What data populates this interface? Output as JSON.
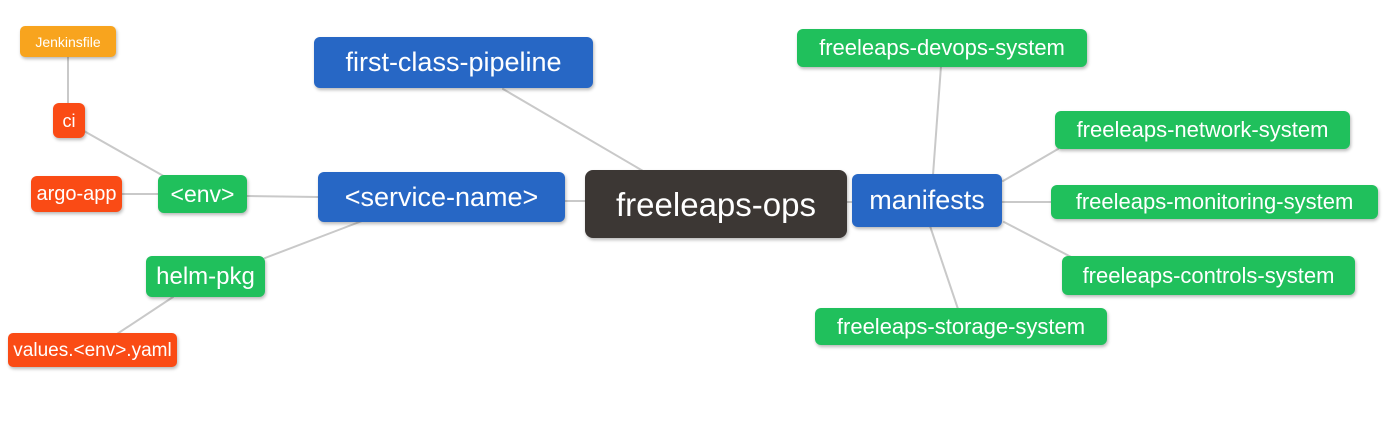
{
  "diagram": {
    "root": {
      "label": "freeleaps-ops"
    },
    "nodes": {
      "jenkinsfile": {
        "label": "Jenkinsfile"
      },
      "ci": {
        "label": "ci"
      },
      "argo_app": {
        "label": "argo-app"
      },
      "env": {
        "label": "<env>"
      },
      "helm_pkg": {
        "label": "helm-pkg"
      },
      "values_env_yaml": {
        "label": "values.<env>.yaml"
      },
      "first_class_pipeline": {
        "label": "first-class-pipeline"
      },
      "service_name": {
        "label": "<service-name>"
      },
      "manifests": {
        "label": "manifests"
      },
      "devops_system": {
        "label": "freeleaps-devops-system"
      },
      "network_system": {
        "label": "freeleaps-network-system"
      },
      "monitoring_system": {
        "label": "freeleaps-monitoring-system"
      },
      "controls_system": {
        "label": "freeleaps-controls-system"
      },
      "storage_system": {
        "label": "freeleaps-storage-system"
      }
    },
    "edges": [
      [
        "jenkinsfile",
        "ci"
      ],
      [
        "ci",
        "env"
      ],
      [
        "argo_app",
        "env"
      ],
      [
        "env",
        "service_name"
      ],
      [
        "helm_pkg",
        "service_name"
      ],
      [
        "values_env_yaml",
        "helm_pkg"
      ],
      [
        "first_class_pipeline",
        "freeleaps-ops"
      ],
      [
        "service_name",
        "freeleaps-ops"
      ],
      [
        "freeleaps-ops",
        "manifests"
      ],
      [
        "manifests",
        "devops_system"
      ],
      [
        "manifests",
        "network_system"
      ],
      [
        "manifests",
        "monitoring_system"
      ],
      [
        "manifests",
        "controls_system"
      ],
      [
        "manifests",
        "storage_system"
      ]
    ],
    "colors": {
      "root_bg": "#3C3734",
      "branch_bg": "#2767C5",
      "leaf_green_bg": "#20C05C",
      "leaf_red_bg": "#FA4B15",
      "leaf_orange_bg": "#F8A41E",
      "edge": "#C9C9C9",
      "text": "#FFFFFF"
    }
  }
}
